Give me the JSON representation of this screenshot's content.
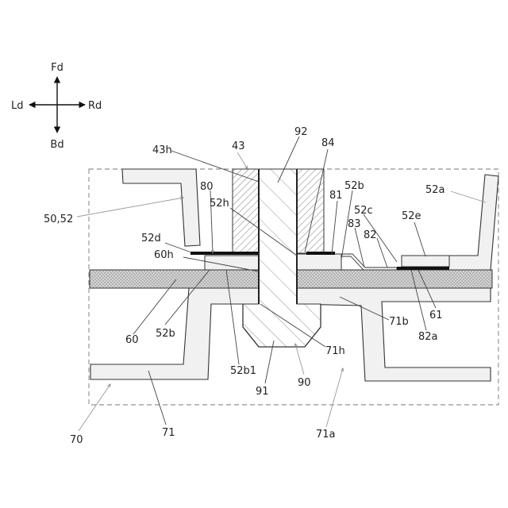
{
  "orientation": {
    "front": "Fd",
    "back": "Bd",
    "left": "Ld",
    "right": "Rd"
  },
  "labels": {
    "l43h": "43h",
    "l43": "43",
    "l92": "92",
    "l84": "84",
    "l80": "80",
    "l52h": "52h",
    "l81": "81",
    "l52b_top": "52b",
    "l52a": "52a",
    "l50_52": "50,52",
    "l52c": "52c",
    "l52e": "52e",
    "l83": "83",
    "l82": "82",
    "l52d": "52d",
    "l60h": "60h",
    "l60": "60",
    "l52b_bottom": "52b",
    "l71b": "71b",
    "l61": "61",
    "l82a": "82a",
    "l71h": "71h",
    "l52b1": "52b1",
    "l91": "91",
    "l90": "90",
    "l70": "70",
    "l71": "71",
    "l71a": "71a"
  }
}
